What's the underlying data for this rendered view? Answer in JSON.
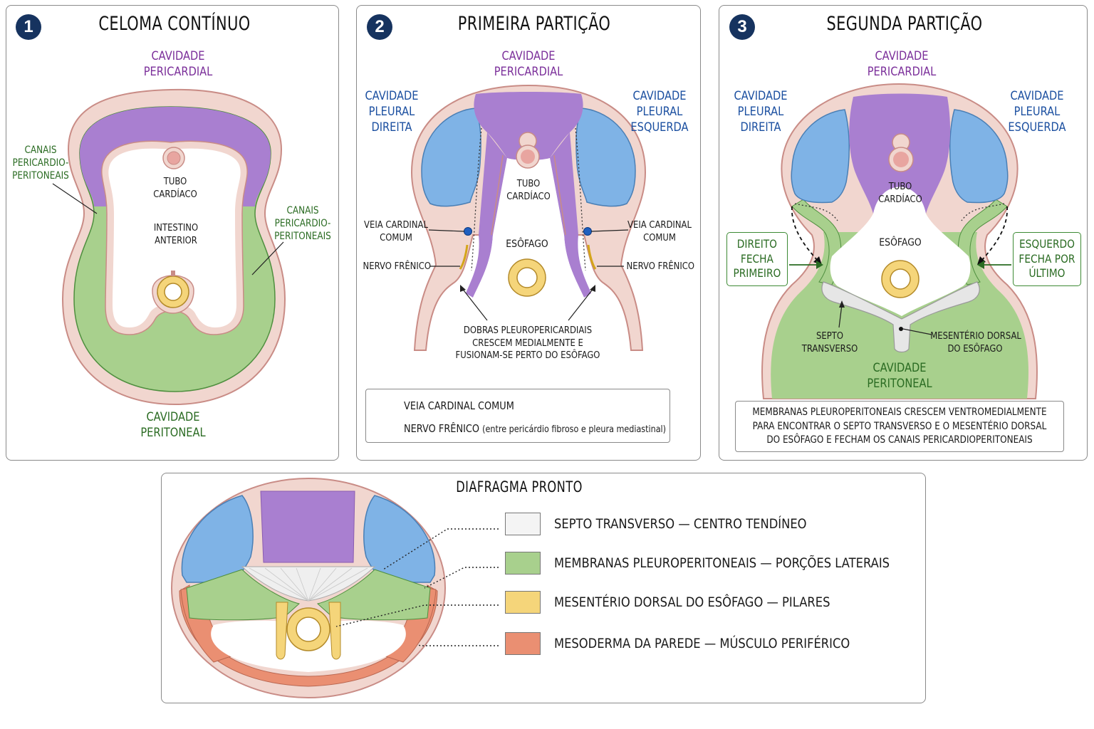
{
  "panel1": {
    "number": "1",
    "title": "CELOMA CONTÍNUO",
    "pericardial": "CAVIDADE\nPERICARDIAL",
    "canals_left": "CANAIS\nPERICARDIO-\nPERITONEAIS",
    "canals_right": "CANAIS\nPERICARDIO-\nPERITONEAIS",
    "heart_tube": "TUBO\nCARDÍACO",
    "foregut": "INTESTINO\nANTERIOR",
    "peritoneal": "CAVIDADE\nPERITONEAL"
  },
  "panel2": {
    "number": "2",
    "title": "PRIMEIRA PARTIÇÃO",
    "pericardial": "CAVIDADE\nPERICARDIAL",
    "pleural_right": "CAVIDADE\nPLEURAL\nDIREITA",
    "pleural_left": "CAVIDADE\nPLEURAL\nESQUERDA",
    "heart_tube": "TUBO\nCARDÍACO",
    "esophagus": "ESÔFAGO",
    "vein_left": "VEIA CARDINAL\nCOMUM",
    "vein_right": "VEIA CARDINAL\nCOMUM",
    "nerve_left": "NERVO FRÊNICO",
    "nerve_right": "NERVO FRÊNICO",
    "folds": "DOBRAS PLEUROPERICARDIAIS\nCRESCEM MEDIALMENTE E\nFUSIONAM-SE PERTO DO ESÔFAGO",
    "legend_vein": "VEIA CARDINAL COMUM",
    "legend_nerve": "NERVO FRÊNICO",
    "legend_nerve_note": "(entre pericárdio fibroso e pleura mediastinal)"
  },
  "panel3": {
    "number": "3",
    "title": "SEGUNDA PARTIÇÃO",
    "pericardial": "CAVIDADE\nPERICARDIAL",
    "pleural_right": "CAVIDADE\nPLEURAL\nDIREITA",
    "pleural_left": "CAVIDADE\nPLEURAL\nESQUERDA",
    "heart_tube": "TUBO\nCARDÍACO",
    "esophagus": "ESÔFAGO",
    "right_closes": "DIREITO\nFECHA\nPRIMEIRO",
    "left_closes": "ESQUERDO\nFECHA POR\nÚLTIMO",
    "septum": "SEPTO\nTRANSVERSO",
    "mesentery": "MESENTÉRIO DORSAL\nDO ESÔFAGO",
    "peritoneal": "CAVIDADE\nPERITONEAL",
    "note": "MEMBRANAS PLEUROPERITONEAIS CRESCEM VENTROMEDIALMENTE\nPARA ENCONTRAR O SEPTO TRANSVERSO E O MESENTÉRIO DORSAL\nDO ESÔFAGO E FECHAM OS CANAIS PERICARDIOPERITONEAIS"
  },
  "panel4": {
    "title": "DIAFRAGMA PRONTO",
    "legend": [
      {
        "label": "SEPTO TRANSVERSO — CENTRO TENDÍNEO",
        "color": "#f4f4f4"
      },
      {
        "label": "MEMBRANAS PLEUROPERITONEAIS — PORÇÕES LATERAIS",
        "color": "#a8d08d"
      },
      {
        "label": "MESENTÉRIO DORSAL DO ESÔFAGO — PILARES",
        "color": "#f5d57a"
      },
      {
        "label": "MESODERMA DA PAREDE — MÚSCULO PERIFÉRICO",
        "color": "#ea8f72"
      }
    ]
  },
  "colors": {
    "pericardial": "#a97fd0",
    "pleural": "#7fb3e6",
    "peritoneal": "#a8d08d",
    "wall": "#f1d6cf",
    "wall_stroke": "#c98c86",
    "yellow": "#f5d57a",
    "vein": "#1f5fbf"
  }
}
